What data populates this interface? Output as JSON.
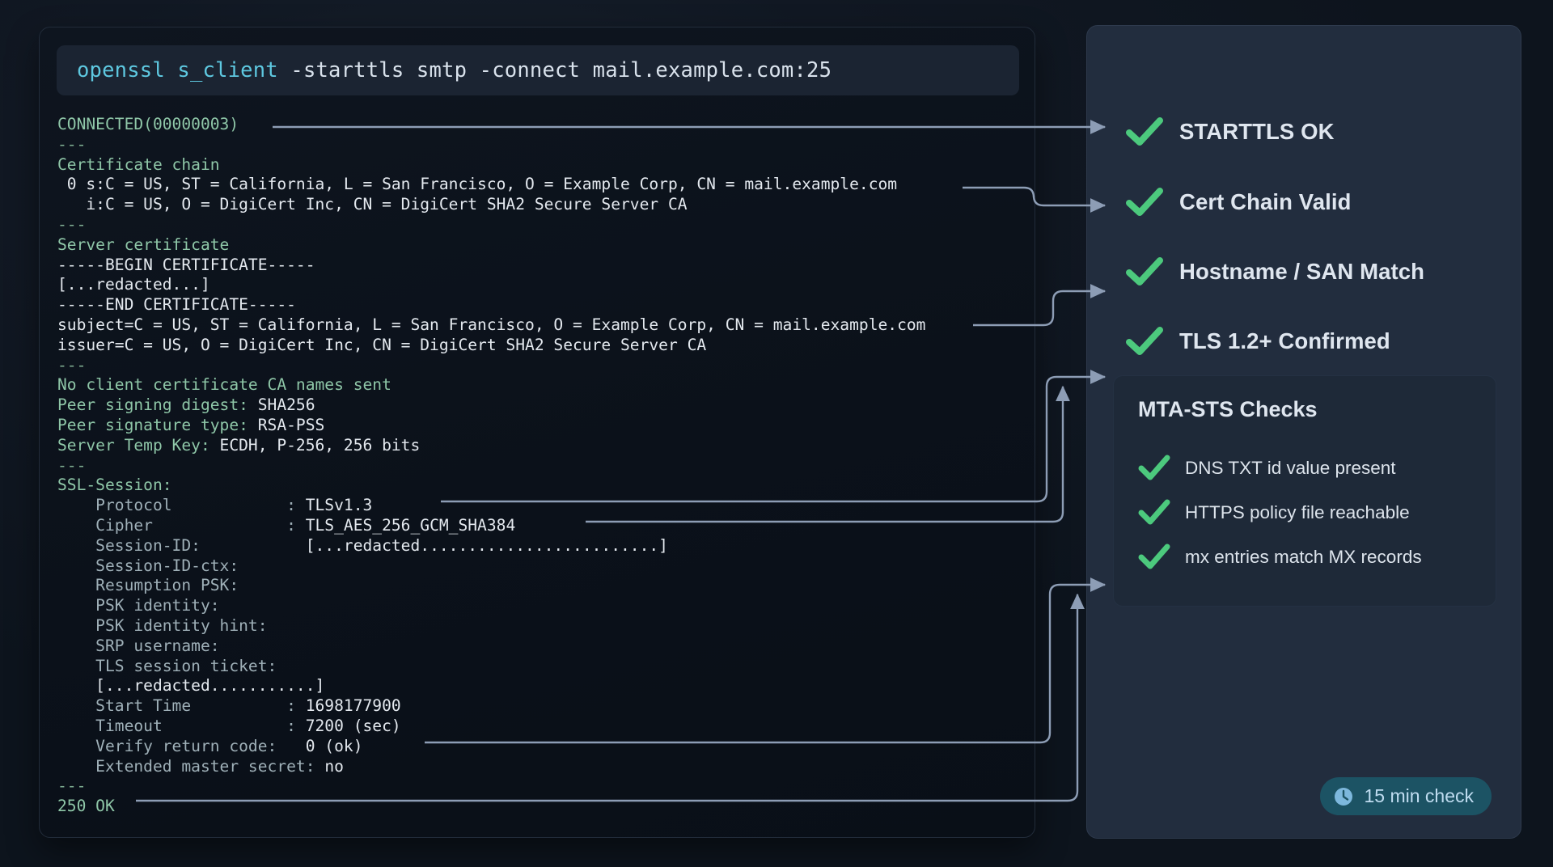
{
  "terminal": {
    "command": {
      "program": "openssl s_client",
      "args": " -starttls smtp -connect mail.example.com:25"
    },
    "lines": [
      {
        "text": "CONNECTED(00000003)",
        "style": "green"
      },
      {
        "text": "---",
        "style": "sep"
      },
      {
        "text": "Certificate chain",
        "style": "green"
      },
      {
        "text": " 0 s:C = US, ST = California, L = San Francisco, O = Example Corp, CN = mail.example.com",
        "style": "white"
      },
      {
        "text": "   i:C = US, O = DigiCert Inc, CN = DigiCert SHA2 Secure Server CA",
        "style": "white"
      },
      {
        "text": "---",
        "style": "sep"
      },
      {
        "text": "Server certificate",
        "style": "green"
      },
      {
        "text": "-----BEGIN CERTIFICATE-----",
        "style": "white"
      },
      {
        "text": "[...redacted...]",
        "style": "white"
      },
      {
        "text": "-----END CERTIFICATE-----",
        "style": "white"
      },
      {
        "text": "subject=C = US, ST = California, L = San Francisco, O = Example Corp, CN = mail.example.com",
        "style": "white"
      },
      {
        "text": "issuer=C = US, O = DigiCert Inc, CN = DigiCert SHA2 Secure Server CA",
        "style": "white"
      },
      {
        "text": "---",
        "style": "sep"
      },
      {
        "text": "No client certificate CA names sent",
        "style": "green"
      },
      {
        "text": "Peer signing digest: ",
        "style": "green",
        "value": "SHA256"
      },
      {
        "text": "Peer signature type: ",
        "style": "green",
        "value": "RSA-PSS"
      },
      {
        "text": "Server Temp Key: ",
        "style": "green",
        "value": "ECDH, P-256, 256 bits"
      },
      {
        "text": "---",
        "style": "sep"
      },
      {
        "text": "SSL-Session:",
        "style": "green"
      },
      {
        "text": "    Protocol            : ",
        "style": "dim",
        "value": "TLSv1.3"
      },
      {
        "text": "    Cipher              : ",
        "style": "dim",
        "value": "TLS_AES_256_GCM_SHA384"
      },
      {
        "text": "    Session-ID:           ",
        "style": "dim",
        "value": "[...redacted.........................]"
      },
      {
        "text": "    Session-ID-ctx:",
        "style": "dim"
      },
      {
        "text": "    Resumption PSK:",
        "style": "dim"
      },
      {
        "text": "    PSK identity:",
        "style": "dim"
      },
      {
        "text": "    PSK identity hint:",
        "style": "dim"
      },
      {
        "text": "    SRP username:",
        "style": "dim"
      },
      {
        "text": "    TLS session ticket:",
        "style": "dim"
      },
      {
        "text": "    [...redacted...........]",
        "style": "white"
      },
      {
        "text": "    Start Time          : ",
        "style": "dim",
        "value": "1698177900"
      },
      {
        "text": "    Timeout             : ",
        "style": "dim",
        "value": "7200 (sec)"
      },
      {
        "text": "    Verify return code:   ",
        "style": "dim",
        "value": "0 (ok)"
      },
      {
        "text": "    Extended master secret: ",
        "style": "dim",
        "value": "no"
      },
      {
        "text": "---",
        "style": "sep"
      },
      {
        "text": "250 OK",
        "style": "green"
      }
    ]
  },
  "results": {
    "checks": [
      {
        "label": "STARTTLS OK",
        "icon": "check-icon"
      },
      {
        "label": "Cert Chain Valid",
        "icon": "check-icon"
      },
      {
        "label": "Hostname / SAN Match",
        "icon": "check-icon"
      },
      {
        "label": "TLS 1.2+ Confirmed",
        "icon": "check-icon"
      }
    ],
    "mta_sts": {
      "title": "MTA-STS Checks",
      "items": [
        {
          "label": "DNS TXT id value present",
          "icon": "check-icon"
        },
        {
          "label": "HTTPS policy file reachable",
          "icon": "check-icon"
        },
        {
          "label": "mx entries match MX records",
          "icon": "check-icon"
        }
      ]
    },
    "badge": {
      "icon": "clock-icon",
      "text": "15 min check"
    }
  },
  "colors": {
    "check_green": "#4cc97d",
    "connector": "#8d9db5",
    "badge_bg": "#1c5364",
    "badge_text": "#bfdcf0",
    "panel_bg": "#222d3e",
    "terminal_bg": "#0b111a",
    "term_green": "#8fc7a8",
    "cmd_accent": "#5ec8e0"
  }
}
